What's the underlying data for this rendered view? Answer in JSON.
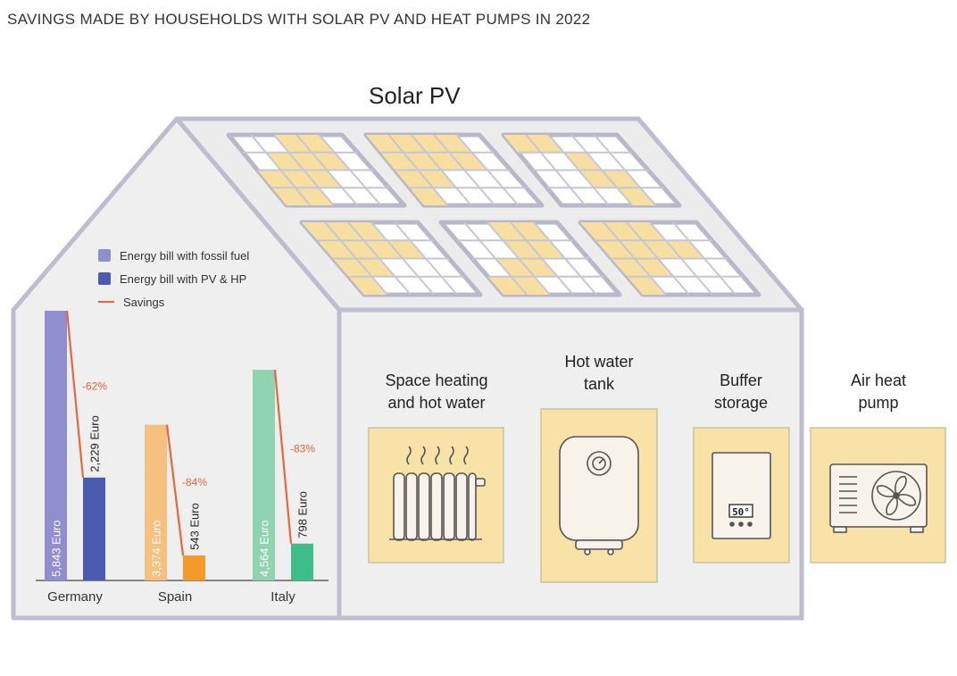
{
  "page": {
    "title": "SAVINGS MADE BY HOUSEHOLDS WITH SOLAR PV AND HEAT PUMPS IN 2022",
    "roof_title": "Solar PV"
  },
  "legend": {
    "items": [
      {
        "label": "Energy bill with fossil fuel",
        "type": "swatch",
        "color": "#8f8fd0"
      },
      {
        "label": "Energy bill with PV & HP",
        "type": "swatch",
        "color": "#4b5bb0"
      },
      {
        "label": "Savings",
        "type": "line",
        "color": "#e8653f"
      }
    ]
  },
  "components": [
    {
      "label_lines": [
        "Space heating",
        "and hot water"
      ],
      "icon": "radiator-icon"
    },
    {
      "label_lines": [
        "Hot water",
        "tank"
      ],
      "icon": "water-heater-icon"
    },
    {
      "label_lines": [
        "Buffer",
        "storage"
      ],
      "icon": "buffer-storage-icon",
      "display": "50°"
    },
    {
      "label_lines": [
        "Air heat",
        "pump"
      ],
      "icon": "heat-pump-icon"
    }
  ],
  "chart_data": {
    "type": "bar",
    "categories": [
      "Germany",
      "Spain",
      "Italy"
    ],
    "series": [
      {
        "name": "Energy bill with fossil fuel",
        "values": [
          5843,
          3374,
          4564
        ],
        "labels": [
          "5,843 Euro",
          "3,374 Euro",
          "4,564 Euro"
        ],
        "colors": [
          "#8f8fd0",
          "#f6c17f",
          "#8fd3b0"
        ]
      },
      {
        "name": "Energy bill with PV & HP",
        "values": [
          2229,
          543,
          798
        ],
        "labels": [
          "2,229 Euro",
          "543 Euro",
          "798 Euro"
        ],
        "colors": [
          "#4b5bb0",
          "#f39a2a",
          "#3dbd8a"
        ]
      }
    ],
    "savings": [
      "-62%",
      "-84%",
      "-83%"
    ],
    "savings_color": "#e8653f",
    "ylim": [
      0,
      5843
    ],
    "grid": false,
    "legend_position": "top-left"
  }
}
